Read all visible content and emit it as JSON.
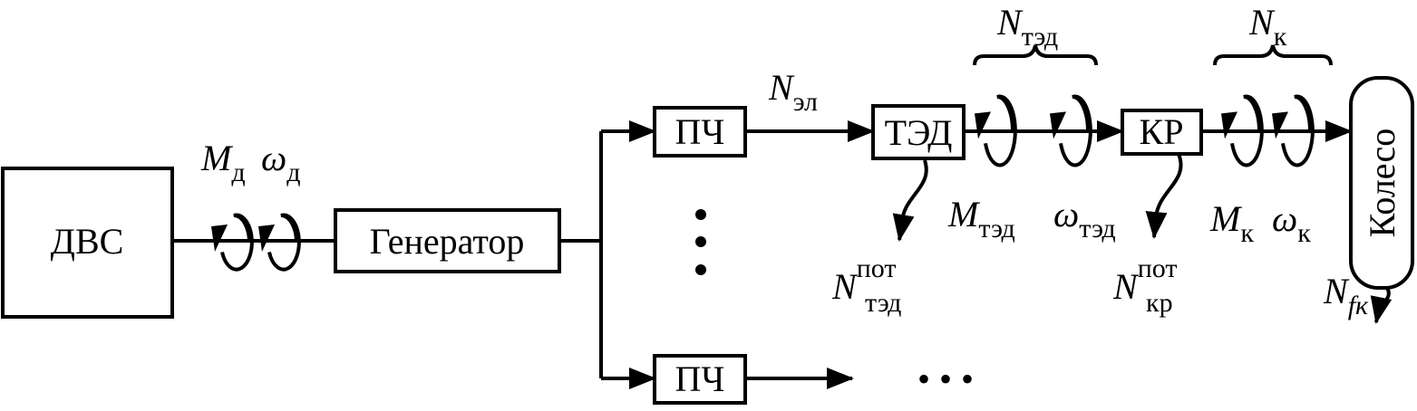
{
  "blocks": {
    "engine": "ДВС",
    "generator": "Генератор",
    "converter_1": "ПЧ",
    "converter_2": "ПЧ",
    "motor": "ТЭД",
    "gearbox": "КР",
    "wheel": "Колесо"
  },
  "labels": {
    "m_d": {
      "main": "M",
      "sub": "д"
    },
    "w_d": {
      "main": "ω",
      "sub": "д"
    },
    "n_el": {
      "main": "N",
      "sub": "эл"
    },
    "n_ted": {
      "main": "N",
      "sub": "тэд"
    },
    "n_k": {
      "main": "N",
      "sub": "к"
    },
    "m_ted": {
      "main": "M",
      "sub": "тэд"
    },
    "w_ted": {
      "main": "ω",
      "sub": "тэд"
    },
    "m_k": {
      "main": "M",
      "sub": "к"
    },
    "w_k": {
      "main": "ω",
      "sub": "к"
    },
    "n_ted_loss": {
      "main": "N",
      "sub": "тэд",
      "sup": "пот"
    },
    "n_kr_loss": {
      "main": "N",
      "sub": "кр",
      "sup": "пот"
    },
    "n_fk": {
      "main": "N",
      "sub": "fк"
    }
  },
  "ellipsis": "• • •"
}
